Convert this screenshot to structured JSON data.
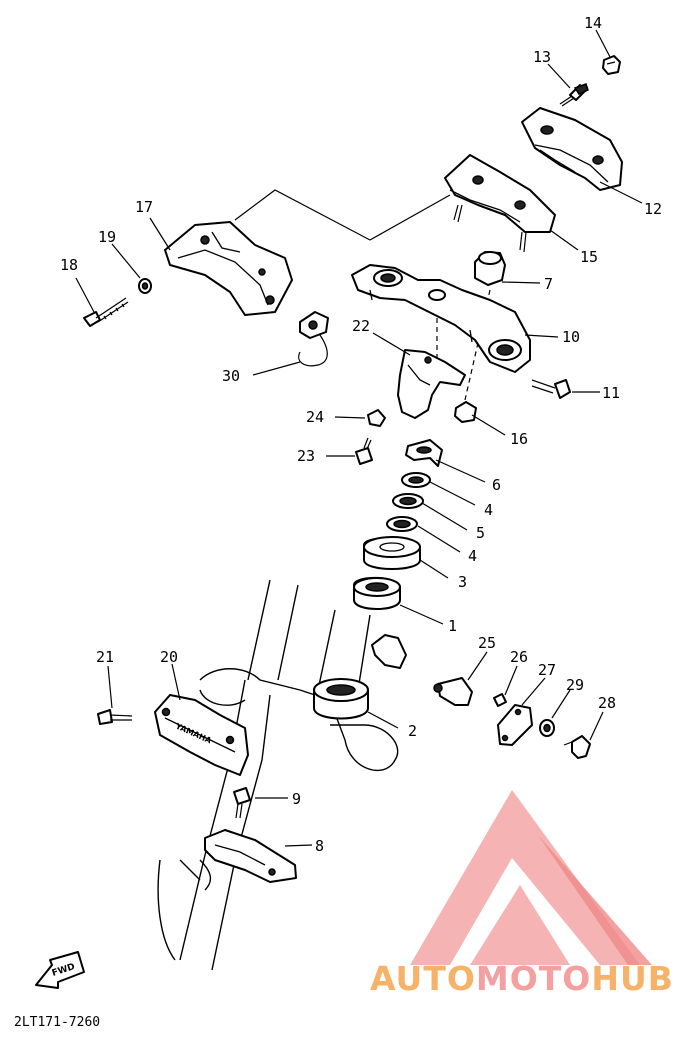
{
  "diagram_code": "2LT171-7260",
  "watermark": {
    "part1": "AUTO",
    "part2": "MOTO",
    "part3": "HUB",
    "color_orange": "#f7b26a",
    "color_pink": "#f4a0a0",
    "color_red": "#f08a8a"
  },
  "fwd_label": "FWD",
  "decal_text": "YAMAHA",
  "callouts": [
    {
      "id": "1",
      "label": "1"
    },
    {
      "id": "2",
      "label": "2"
    },
    {
      "id": "3",
      "label": "3"
    },
    {
      "id": "4a",
      "label": "4"
    },
    {
      "id": "4b",
      "label": "4"
    },
    {
      "id": "5",
      "label": "5"
    },
    {
      "id": "6",
      "label": "6"
    },
    {
      "id": "7",
      "label": "7"
    },
    {
      "id": "8",
      "label": "8"
    },
    {
      "id": "9",
      "label": "9"
    },
    {
      "id": "10",
      "label": "10"
    },
    {
      "id": "11",
      "label": "11"
    },
    {
      "id": "12",
      "label": "12"
    },
    {
      "id": "13",
      "label": "13"
    },
    {
      "id": "14",
      "label": "14"
    },
    {
      "id": "15",
      "label": "15"
    },
    {
      "id": "16",
      "label": "16"
    },
    {
      "id": "17",
      "label": "17"
    },
    {
      "id": "18",
      "label": "18"
    },
    {
      "id": "19",
      "label": "19"
    },
    {
      "id": "20",
      "label": "20"
    },
    {
      "id": "21",
      "label": "21"
    },
    {
      "id": "22",
      "label": "22"
    },
    {
      "id": "23",
      "label": "23"
    },
    {
      "id": "24",
      "label": "24"
    },
    {
      "id": "25",
      "label": "25"
    },
    {
      "id": "26",
      "label": "26"
    },
    {
      "id": "27",
      "label": "27"
    },
    {
      "id": "28",
      "label": "28"
    },
    {
      "id": "29",
      "label": "29"
    },
    {
      "id": "30",
      "label": "30"
    }
  ]
}
